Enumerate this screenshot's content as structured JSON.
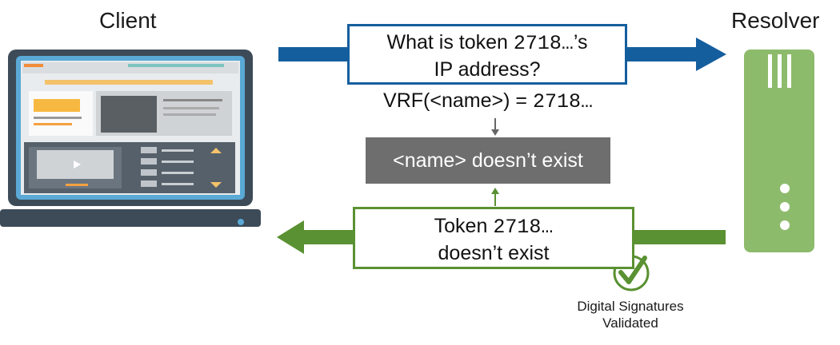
{
  "client": {
    "label": "Client"
  },
  "resolver": {
    "label": "Resolver"
  },
  "query": {
    "line1_prefix": "What is token ",
    "token": "2718…",
    "line1_suffix": "’s",
    "line2": "IP address?"
  },
  "vrf": {
    "prefix": "VRF(<name>) = ",
    "value": "2718…"
  },
  "nonexistence": {
    "text": "<name> doesn’t exist"
  },
  "response": {
    "line1_prefix": "Token ",
    "token": "2718…",
    "line2": "doesn’t exist"
  },
  "signature": {
    "line1": "Digital Signatures",
    "line2": "Validated"
  },
  "colors": {
    "query_arrow": "#155e9e",
    "response_arrow": "#5a9132",
    "nx_box": "#6e6e6e",
    "server": "#8dbb6c",
    "laptop_frame": "#3d4b58",
    "laptop_bezel": "#5aa9d6"
  }
}
